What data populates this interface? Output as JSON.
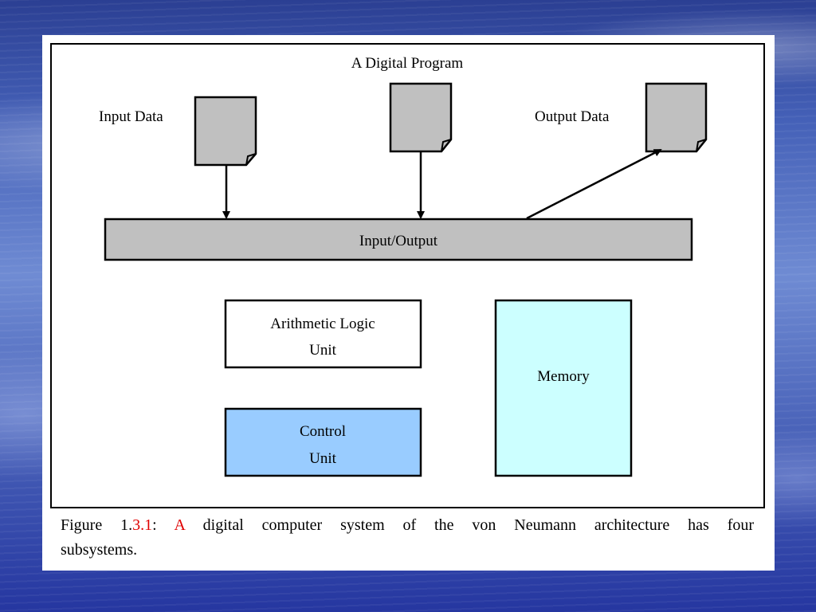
{
  "diagram": {
    "title": "A Digital Program",
    "input_data_label": "Input Data",
    "output_data_label": "Output Data",
    "io_bar_label": "Input/Output",
    "alu_line1": "Arithmetic Logic",
    "alu_line2": "Unit",
    "control_line1": "Control",
    "control_line2": "Unit",
    "memory_label": "Memory",
    "colors": {
      "document": "#c0c0c0",
      "io_bar": "#c0c0c0",
      "alu": "#ffffff",
      "control_unit": "#99ccff",
      "memory": "#ccffff"
    }
  },
  "caption": {
    "prefix": "Figure 1.",
    "number_red": "3.1",
    "colon": ": ",
    "word_red": "A",
    "rest_line1": " digital computer system of the von Neumann architecture has four",
    "line2": "subsystems."
  }
}
